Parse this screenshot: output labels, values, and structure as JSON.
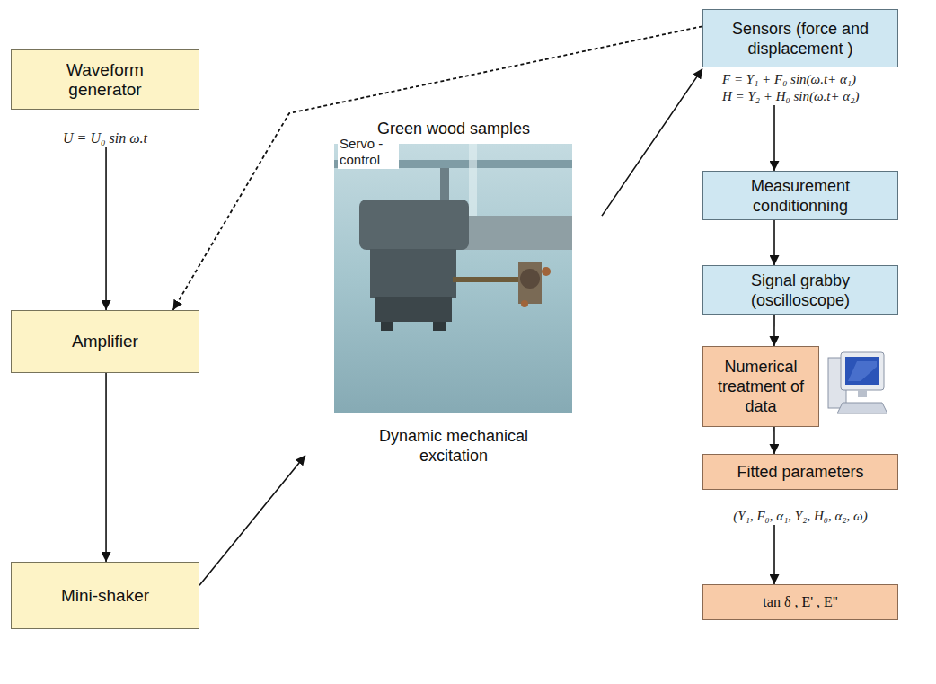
{
  "diagram": {
    "nodes": [
      {
        "text": [
          "Waveform generator",
          "U = U₀ sin ω.t"
        ]
      },
      {
        "text": [
          "Amplifier"
        ]
      },
      {
        "text": [
          "Mini-shaker"
        ]
      },
      {
        "text": [
          "Green wood samples",
          "Dynamic mechanical excitation"
        ]
      },
      {
        "text": [
          "Sensors (force and displacement )",
          "F = Y₁ + F₀ sin(ω.t+ α₁)",
          "H = Y₂ + H₀ sin(ω.t+ α₂)"
        ]
      },
      {
        "text": [
          "Measurement conditionning"
        ]
      },
      {
        "text": [
          "Signal grabby (oscilloscope)"
        ]
      },
      {
        "text": [
          "Numerical treatment of data"
        ]
      },
      {
        "text": [
          "Fitted parameters",
          "(Y₁, F₀, α₁, Y₂, H₀, α₂, ω)"
        ]
      },
      {
        "text": [
          "tan δ , E' , E''"
        ]
      }
    ],
    "edges": [
      {
        "from": 0,
        "to": 1,
        "arrow": "to"
      },
      {
        "from": 1,
        "to": 2,
        "arrow": "to"
      },
      {
        "from": 2,
        "to": 3,
        "arrow": "to"
      },
      {
        "from": 3,
        "to": 4,
        "arrow": "to"
      },
      {
        "from": 4,
        "to": 1,
        "label": "Servo - control",
        "arrow": "to"
      },
      {
        "from": 4,
        "to": 5,
        "arrow": "to"
      },
      {
        "from": 5,
        "to": 6,
        "arrow": "to"
      },
      {
        "from": 6,
        "to": 7,
        "arrow": "to"
      },
      {
        "from": 7,
        "to": 8,
        "arrow": "to"
      },
      {
        "from": 8,
        "to": 9,
        "arrow": "to"
      }
    ]
  }
}
